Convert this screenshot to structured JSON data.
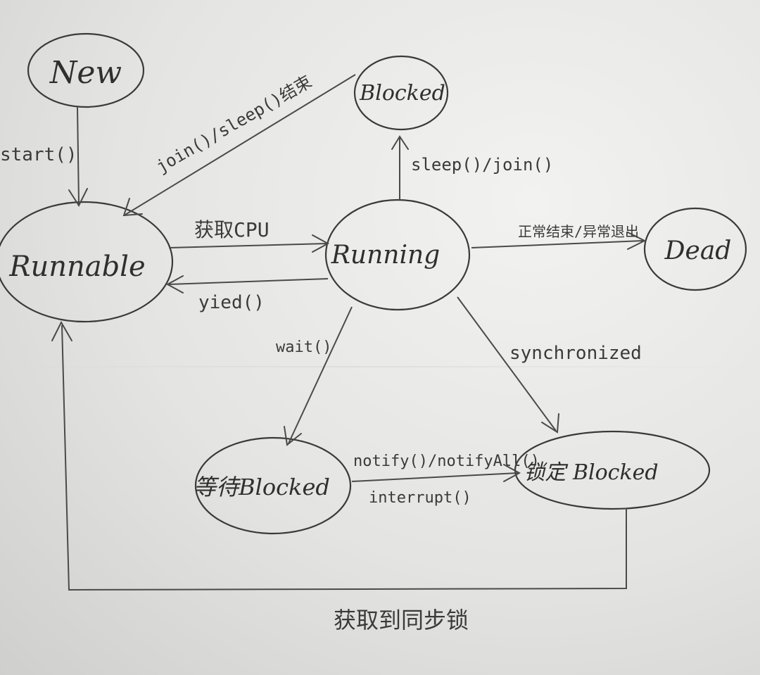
{
  "nodes": {
    "new": "New",
    "blocked_top": "Blocked",
    "runnable": "Runnable",
    "running": "Running",
    "dead": "Dead",
    "wait_blocked": "等待Blocked",
    "lock_blocked": "锁定 Blocked"
  },
  "edges": {
    "start": "start()",
    "join_sleep_end": "join()/sleep()结束",
    "sleep_join": "sleep()/join()",
    "get_cpu": "获取CPU",
    "yield": "yied()",
    "normal_end": "正常结束/异常退出",
    "wait": "wait()",
    "synchronized": "synchronized",
    "notify": "notify()/notifyAll()",
    "interrupt": "interrupt()",
    "get_lock": "获取到同步锁"
  }
}
